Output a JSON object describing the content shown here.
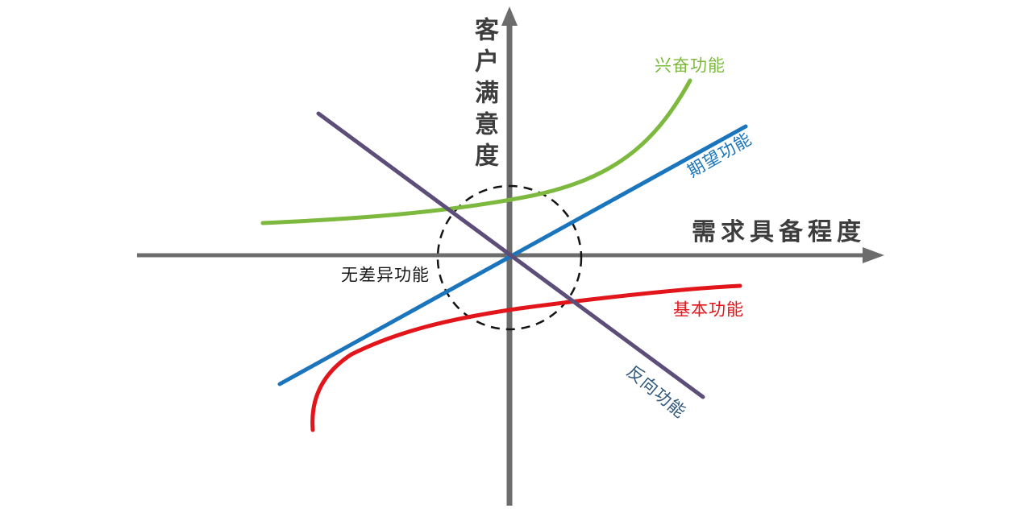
{
  "axes": {
    "x_label": "需求具备程度",
    "y_label": "客户满意度"
  },
  "colors": {
    "axis": "#6C6C6C",
    "axis_label": "#3D3D3D",
    "circle": "#141414"
  },
  "series": {
    "excitement": {
      "label": "兴奋功能",
      "color": "#7DB93E"
    },
    "expected": {
      "label": "期望功能",
      "color": "#1B75BC"
    },
    "basic": {
      "label": "基本功能",
      "color": "#E2151B"
    },
    "reverse": {
      "label": "反向功能",
      "color": "#5C4E79",
      "label_color": "#31587B"
    },
    "indifferent": {
      "label": "无差异功能",
      "color": "#1A1A1A"
    }
  }
}
